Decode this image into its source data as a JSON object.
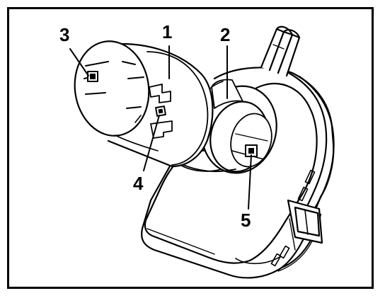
{
  "figure": {
    "callouts": [
      {
        "id": "part-1",
        "label": "1"
      },
      {
        "id": "part-2",
        "label": "2"
      },
      {
        "id": "part-3",
        "label": "3"
      },
      {
        "id": "part-4",
        "label": "4"
      },
      {
        "id": "part-5",
        "label": "5"
      }
    ]
  },
  "colors": {
    "line": "#000000",
    "fill": "#ffffff"
  }
}
